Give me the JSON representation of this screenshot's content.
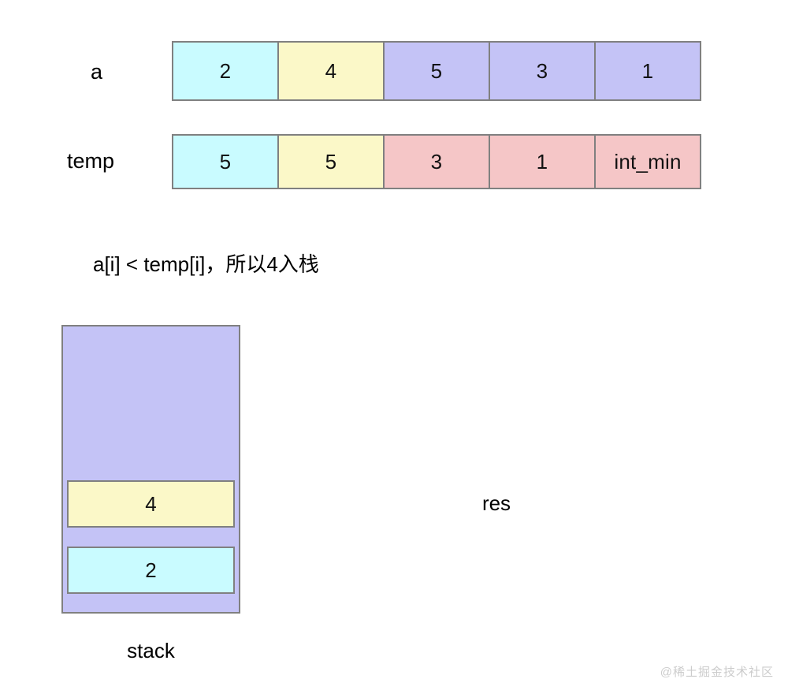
{
  "diagram": {
    "title": "monotonic-stack-step",
    "annotation": "a[i] < temp[i]，所以4入栈",
    "colors": {
      "cyan": "#c9fbff",
      "yellow": "#fbf8c8",
      "purple": "#c4c3f6",
      "pink": "#f5c6c7",
      "border": "#808080",
      "background": "#ffffff",
      "text": "#000000",
      "watermark": "#cccccc"
    }
  },
  "arrays": [
    {
      "label": "a",
      "cells": [
        {
          "value": "2",
          "color": "cyan"
        },
        {
          "value": "4",
          "color": "yellow"
        },
        {
          "value": "5",
          "color": "purple"
        },
        {
          "value": "3",
          "color": "purple"
        },
        {
          "value": "1",
          "color": "purple"
        }
      ]
    },
    {
      "label": "temp",
      "cells": [
        {
          "value": "5",
          "color": "cyan"
        },
        {
          "value": "5",
          "color": "yellow"
        },
        {
          "value": "3",
          "color": "pink"
        },
        {
          "value": "1",
          "color": "pink"
        },
        {
          "value": "int_min",
          "color": "pink"
        }
      ]
    }
  ],
  "stack": {
    "caption": "stack",
    "items": [
      {
        "value": "4",
        "color": "yellow"
      },
      {
        "value": "2",
        "color": "cyan"
      }
    ]
  },
  "result": {
    "caption": "res",
    "items": []
  },
  "watermark": {
    "text": "@稀土掘金技术社区"
  }
}
